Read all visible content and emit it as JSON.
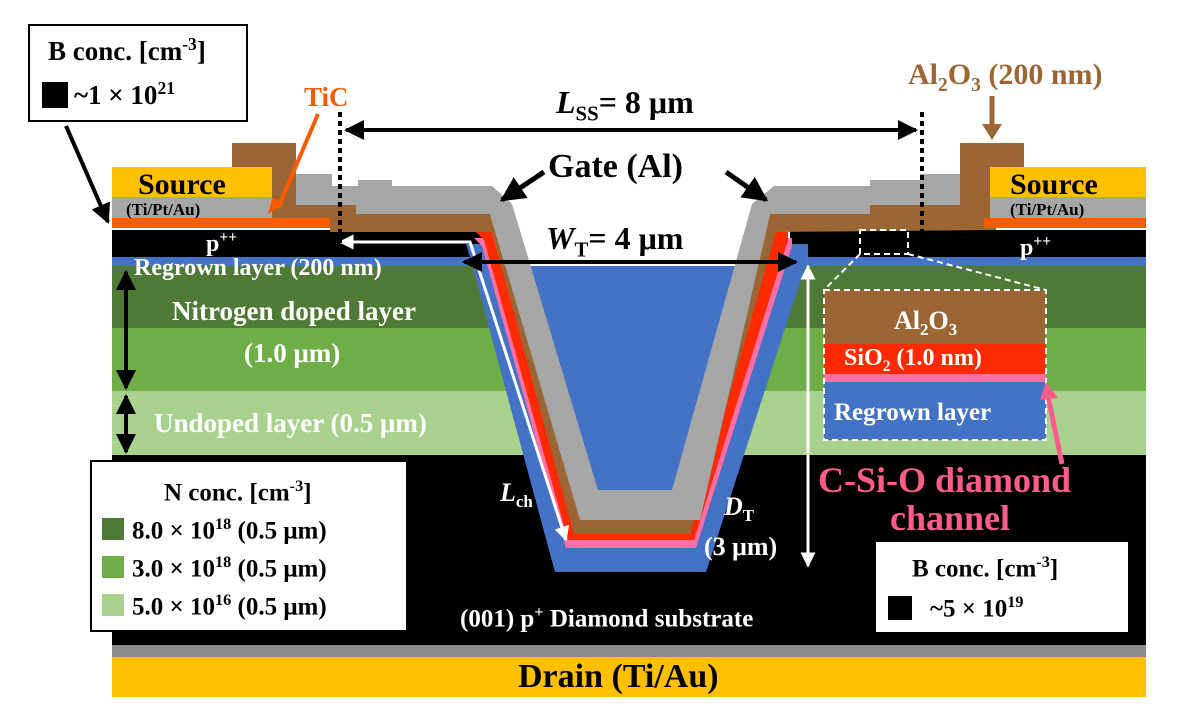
{
  "colors": {
    "gold": "#FFC000",
    "grey": "#A6A6A6",
    "brown": "#9B6633",
    "orange": "#FF5A00",
    "red": "#FF2A00",
    "pink": "#FF6FA8",
    "blue": "#4472C4",
    "black": "#000000",
    "n_dark": "#4F7A35",
    "n_mid": "#6FAD47",
    "n_light": "#A9D18E",
    "csio_label": "#FF5C8A"
  },
  "labels": {
    "source_left": "Source",
    "source_left_sub": "(Ti/Pt/Au)",
    "source_right": "Source",
    "source_right_sub": "(Ti/Pt/Au)",
    "p_left": "p",
    "p_left_sup": "++",
    "p_right": "p",
    "p_right_sup": "++",
    "tic": "TiC",
    "al2o3_top": "Al",
    "al2o3_top_2": "O",
    "al2o3_top_3": " (200 nm)",
    "lss_sym": "L",
    "lss_sub": "SS",
    "lss_val": "= 8 μm",
    "gate": "Gate (Al)",
    "wt_sym": "W",
    "wt_sub": "T",
    "wt_val": "= 4 μm",
    "regrown_left": "Regrown layer (200 nm)",
    "n_doped": "Nitrogen doped layer",
    "n_doped_thk": "(1.0 μm)",
    "undoped": "Undoped layer (0.5 μm)",
    "lch_sym": "L",
    "lch_sub": "ch",
    "dt_sym": "D",
    "dt_sub": "T",
    "dt_val": "(3 μm)",
    "substrate_pre": "(001) p",
    "substrate_sup": "+",
    "substrate_post": " Diamond substrate",
    "drain": "Drain (Ti/Au)",
    "inset_al2o3": "Al",
    "inset_al2o3_2": "O",
    "inset_al2o3_sub1": "2",
    "inset_al2o3_sub2": "3",
    "inset_sio2": "SiO",
    "inset_sio2_sub": "2",
    "inset_sio2_val": " (1.0 nm)",
    "inset_regrown": "Regrown layer",
    "csio_1": "C-Si-O diamond",
    "csio_2": "channel",
    "sub2": "2",
    "sub3": "3"
  },
  "legend_b_top": {
    "title": "B conc. [cm",
    "title_sup": "-3",
    "title_end": "]",
    "entry": "~1 × 10",
    "entry_sup": "21"
  },
  "legend_n": {
    "title": "N conc. [cm",
    "title_sup": "-3",
    "title_end": "]",
    "entries": [
      {
        "pre": "8.0 × 10",
        "sup": "18",
        "post": " (0.5 μm)"
      },
      {
        "pre": "3.0 × 10",
        "sup": "18",
        "post": " (0.5 μm)"
      },
      {
        "pre": "5.0 × 10",
        "sup": "16",
        "post": " (0.5 μm)"
      }
    ]
  },
  "legend_b_bottom": {
    "title": "B conc. [cm",
    "title_sup": "-3",
    "title_end": "]",
    "entry": "~5 × 10",
    "entry_sup": "19"
  }
}
